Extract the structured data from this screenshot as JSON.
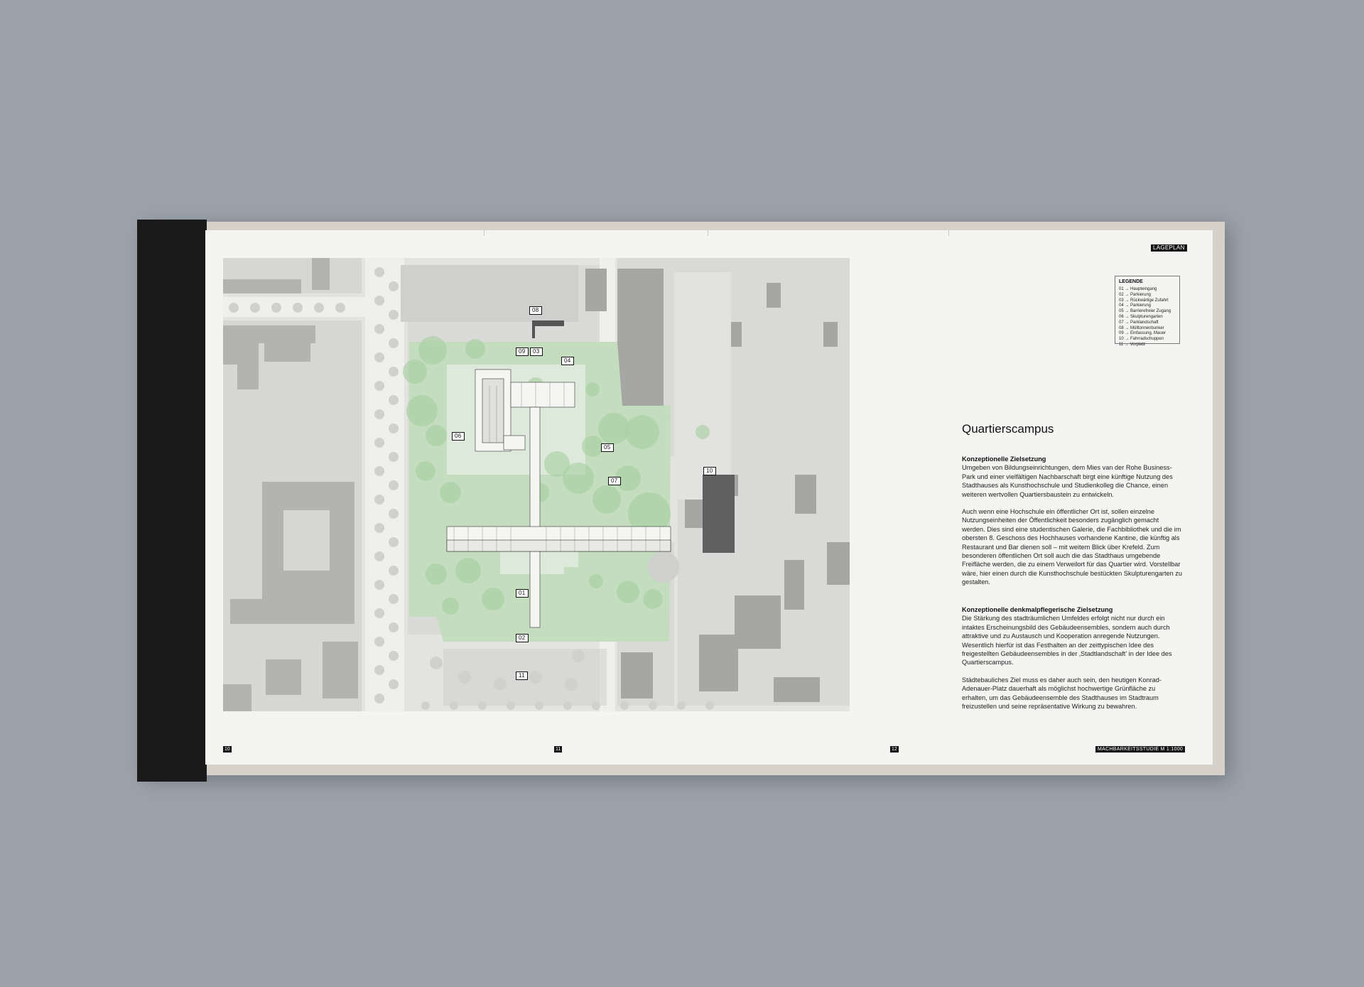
{
  "header": {
    "section_tag": "LAGEPLAN"
  },
  "legend": {
    "title": "LEGENDE",
    "items": [
      "01 → Haupteingang",
      "02 → Parkierung",
      "03 → Rückwärtige Zufahrt",
      "04 → Parkierung",
      "05 → Barrierefreier Zugang",
      "06 → Skulpturengarten",
      "07 → Parklandschaft",
      "08 → Mülltonnenbunker",
      "09 → Einfassung, Mauer",
      "10 → Fahrradschuppen",
      "11 → Vorplatz"
    ]
  },
  "map_labels": [
    "01",
    "02",
    "03",
    "04",
    "05",
    "06",
    "07",
    "08",
    "09",
    "10",
    "11"
  ],
  "article": {
    "title": "Quartierscampus",
    "section1": {
      "heading": "Konzeptionelle Zielsetzung",
      "p1": "Umgeben von Bildungseinrichtungen, dem Mies van der Rohe Business-Park und einer vielfältigen Nachbarschaft birgt eine künftige Nutzung des Stadthauses als Kunsthochschule und Studienkolleg die Chance, einen weiteren wertvollen Quartiersbaustein zu entwickeln.",
      "p2": "Auch wenn eine Hochschule ein öffentlicher Ort ist, sollen einzelne Nutzungseinheiten der Öffentlichkeit besonders zugänglich gemacht werden. Dies sind eine studentischen Galerie, die Fachbibliothek und die im obersten 8. Geschoss des Hochhauses vorhandene Kantine, die künftig als Restaurant und Bar dienen soll – mit weitem Blick über Krefeld. Zum besonderen öffentlichen Ort soll auch die das Stadthaus umgebende Freifläche werden, die zu einem Verweilort für das Quartier wird. Vorstellbar wäre, hier einen durch die Kunsthochschule bestückten Skulpturengarten zu gestalten."
    },
    "section2": {
      "heading": "Konzeptionelle denkmalpflegerische Zielsetzung",
      "p1": "Die Stärkung des stadträumlichen Umfeldes erfolgt nicht nur durch ein intaktes Erscheinungsbild des Gebäudeensembles, sondern auch durch attraktive und zu Austausch und Kooperation anregende Nutzungen. Wesentlich hierfür ist das Festhalten an der zeittypischen Idee des freigestellten Gebäudeensembles in der ‚Stadtlandschaft' in der Idee des Quartierscampus.",
      "p2": "Städtebauliches Ziel muss es daher auch sein, den heutigen Konrad-Adenauer-Platz dauerhaft als möglichst hochwertige Grünfläche zu erhalten, um das Gebäudeensemble des Stadthauses im Stadtraum freizustellen und seine repräsentative Wirkung zu bewahren."
    }
  },
  "footer": {
    "page_numbers": [
      "10",
      "11",
      "12"
    ],
    "scale_tag": "MACHBARKEITSSTUDIE M 1:1000"
  },
  "colors": {
    "background": "#9ba2ab",
    "paper": "#f4f4f2",
    "spine": "#1a1a1a",
    "green": "#b9d7b2",
    "building": "#b6b6b6"
  }
}
